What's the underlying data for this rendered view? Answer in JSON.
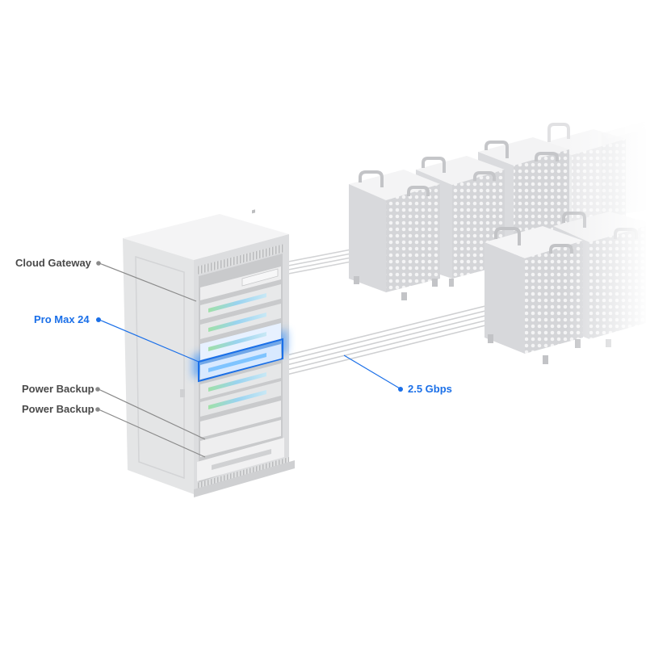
{
  "labels": {
    "cloud_gateway": "Cloud Gateway",
    "pro_max": "Pro Max 24",
    "power_backup_1": "Power Backup",
    "power_backup_2": "Power Backup",
    "speed": "2.5 Gbps"
  },
  "colors": {
    "accent": "#1a6fe8",
    "label_dark": "#4a4a4a",
    "leader_gray": "#8a8a8a",
    "rack_body": "#e6e7e8",
    "rack_side": "#d9dadb",
    "machine_body": "#dcdde0"
  },
  "icons": {
    "leader_dot": "dot-icon"
  }
}
